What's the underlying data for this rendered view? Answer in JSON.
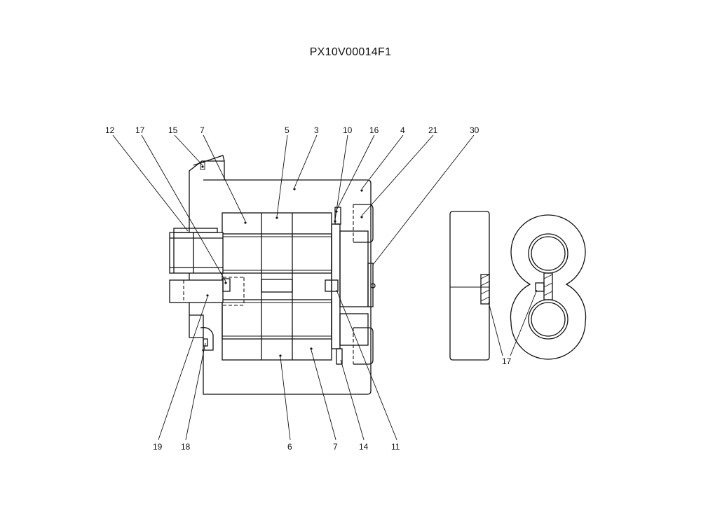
{
  "drawing_id": "PX10V00014F1",
  "callouts_top": [
    "12",
    "17",
    "15",
    "7",
    "5",
    "3",
    "10",
    "16",
    "4",
    "21",
    "30"
  ],
  "callouts_bottom": [
    "19",
    "18",
    "6",
    "7",
    "14",
    "11"
  ],
  "callout_side_view": "17"
}
